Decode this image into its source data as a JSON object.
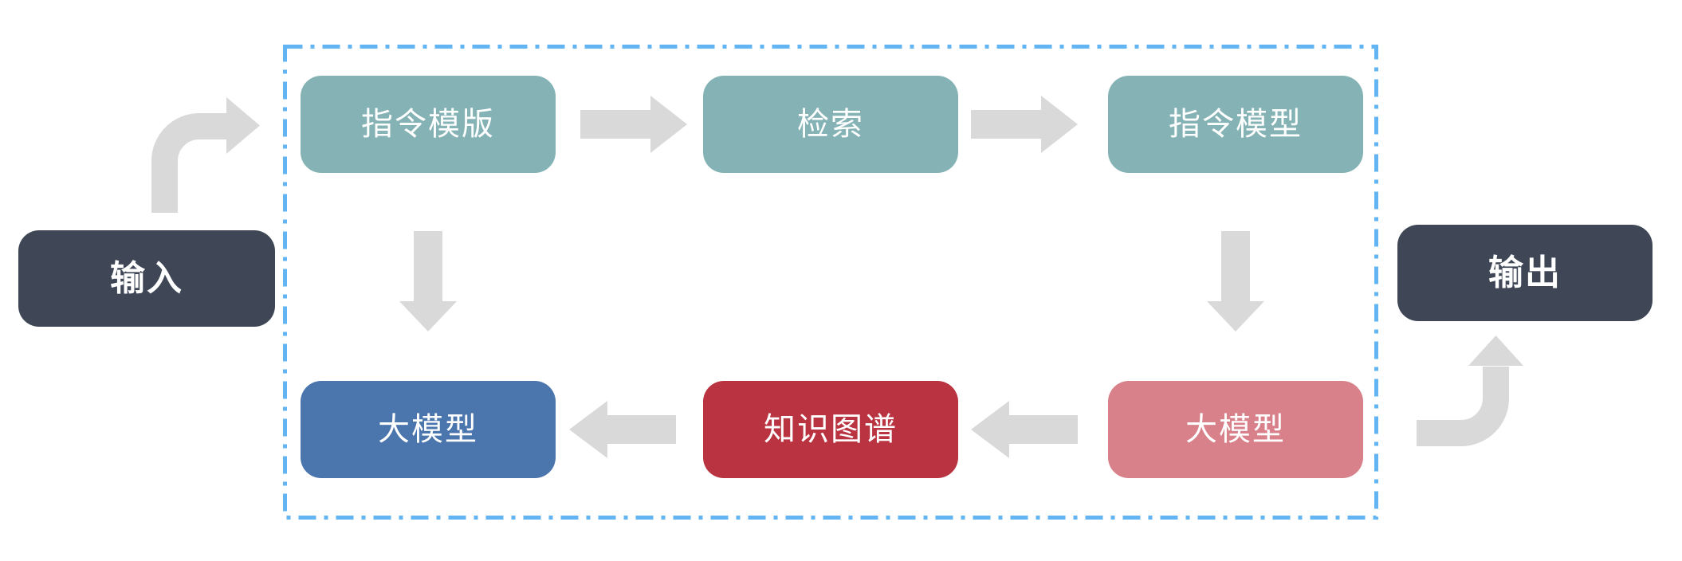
{
  "diagram": {
    "type": "flowchart",
    "colors": {
      "terminal_bg": "#3F4756",
      "teal_bg": "#85B3B5",
      "blue_bg": "#4A75AD",
      "red_bg": "#BA3340",
      "pink_bg": "#D8818A",
      "arrow": "#D9D9D9",
      "dashed_border": "#63B4F2",
      "node_text": "#FFFFFF"
    },
    "container": {
      "border_color": "#63B4F2",
      "border_style": "dash-dot"
    },
    "nodes": {
      "input": {
        "label": "输入",
        "color": "#3F4756"
      },
      "instruction_template": {
        "label": "指令模版",
        "color": "#85B3B5"
      },
      "retrieval": {
        "label": "检索",
        "color": "#85B3B5"
      },
      "instruction_model": {
        "label": "指令模型",
        "color": "#85B3B5"
      },
      "llm_left": {
        "label": "大模型",
        "color": "#4A75AD"
      },
      "knowledge_graph": {
        "label": "知识图谱",
        "color": "#BA3340"
      },
      "llm_right": {
        "label": "大模型",
        "color": "#D8818A"
      },
      "output": {
        "label": "输出",
        "color": "#3F4756"
      }
    },
    "edges": [
      {
        "from": "input",
        "to": "instruction_template",
        "shape": "elbow-up-right"
      },
      {
        "from": "instruction_template",
        "to": "retrieval",
        "shape": "straight-right"
      },
      {
        "from": "retrieval",
        "to": "instruction_model",
        "shape": "straight-right"
      },
      {
        "from": "instruction_model",
        "to": "llm_right",
        "shape": "straight-down"
      },
      {
        "from": "instruction_template",
        "to": "llm_left",
        "shape": "straight-down"
      },
      {
        "from": "llm_right",
        "to": "knowledge_graph",
        "shape": "straight-left"
      },
      {
        "from": "knowledge_graph",
        "to": "llm_left",
        "shape": "straight-left"
      },
      {
        "from": "llm_right",
        "to": "output",
        "shape": "elbow-right-up"
      }
    ]
  }
}
